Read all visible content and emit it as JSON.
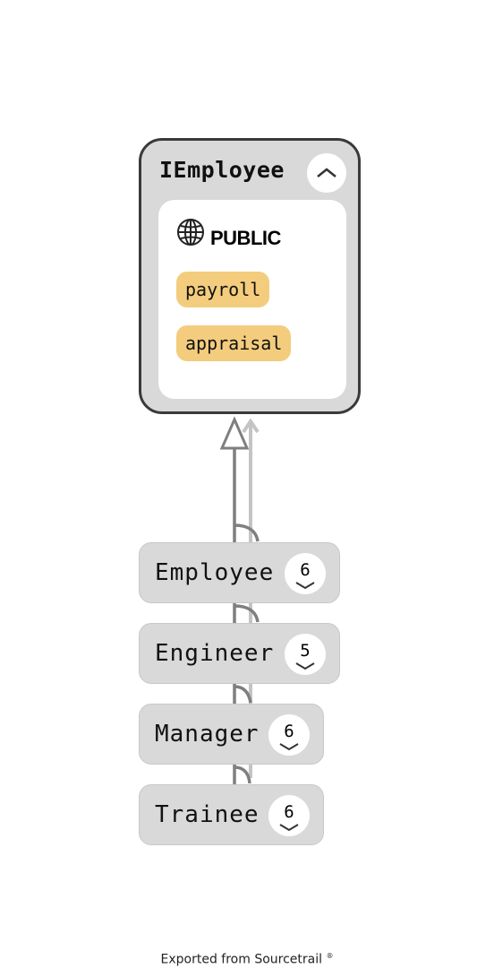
{
  "interface_node": {
    "name": "IEmployee",
    "collapse_icon": "chevron-up-icon",
    "access": {
      "icon": "globe-icon",
      "label": "PUBLIC"
    },
    "members": [
      {
        "name": "payroll"
      },
      {
        "name": "appraisal"
      }
    ]
  },
  "class_nodes": [
    {
      "name": "Employee",
      "count": "6",
      "expand_icon": "chevron-down-icon"
    },
    {
      "name": "Engineer",
      "count": "5",
      "expand_icon": "chevron-down-icon"
    },
    {
      "name": "Manager",
      "count": "6",
      "expand_icon": "chevron-down-icon"
    },
    {
      "name": "Trainee",
      "count": "6",
      "expand_icon": "chevron-down-icon"
    }
  ],
  "footer": {
    "text": "Exported from Sourcetrail",
    "mark": "®"
  },
  "colors": {
    "node_fill": "#d9d9d9",
    "interface_border": "#3a3a3a",
    "member_fill": "#f3cd7d",
    "inheritance_edge": "#7f7f7f",
    "usage_edge": "#c4c4c4"
  }
}
